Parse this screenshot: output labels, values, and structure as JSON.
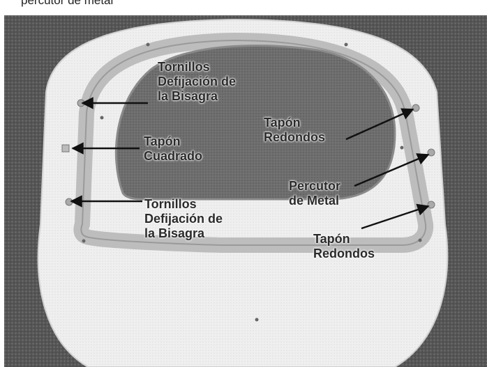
{
  "caption": {
    "top_text": "percutor de metal"
  },
  "labels": {
    "hinge_screws_top": "Tornillos\nDefijación de\nla Bisagra",
    "square_plug": "Tapón\nCuadrado",
    "hinge_screws_bottom": "Tornillos\nDefijación de\nla Bisagra",
    "round_plug_top": "Tapón\nRedondos",
    "metal_striker": "Percutor\nde Metal",
    "round_plug_bottom": "Tapón\nRedondos"
  },
  "colors": {
    "background": "#5a5a5a",
    "door_panel": "#ececec",
    "window_glass": "#6d6d6d",
    "gasket_ring": "#bdbdbd",
    "arrow": "#111111"
  }
}
